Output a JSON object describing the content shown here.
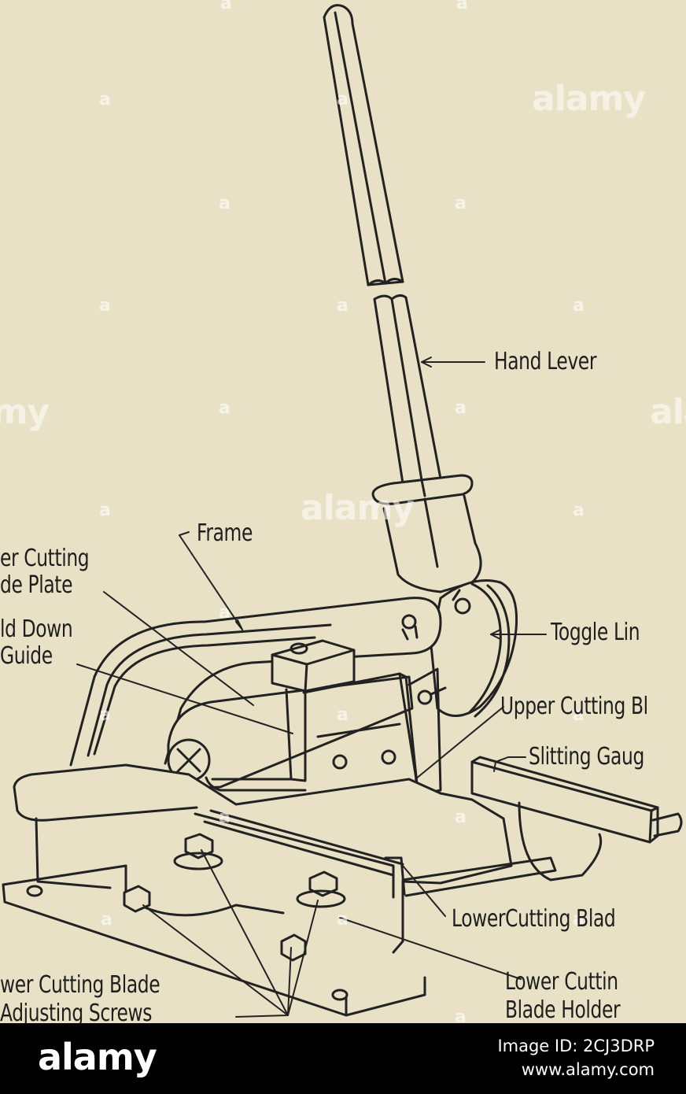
{
  "labels": {
    "hand_lever": "Hand Lever",
    "frame": "Frame",
    "upper_cutting_blade_plate_1": "er Cutting",
    "upper_cutting_blade_plate_2": "de Plate",
    "hold_down_guide_1": "ld Down",
    "hold_down_guide_2": "Guide",
    "toggle_link": "Toggle Lin",
    "upper_cutting_blade": "Upper Cutting Bl",
    "slitting_gauge": "Slitting Gaug",
    "lower_cutting_blade": "LowerCutting Blad",
    "lower_cutting_blade_holder_1": "Lower Cuttin",
    "lower_cutting_blade_holder_2": "Blade Holder",
    "adjusting_screws_1": "wer Cutting Blade",
    "adjusting_screws_2": "Adjusting Screws"
  },
  "watermark": "alamy",
  "footer": {
    "logo": "alamy",
    "image_id": "Image ID: 2CJ3DRP",
    "site": "www.alamy.com"
  }
}
